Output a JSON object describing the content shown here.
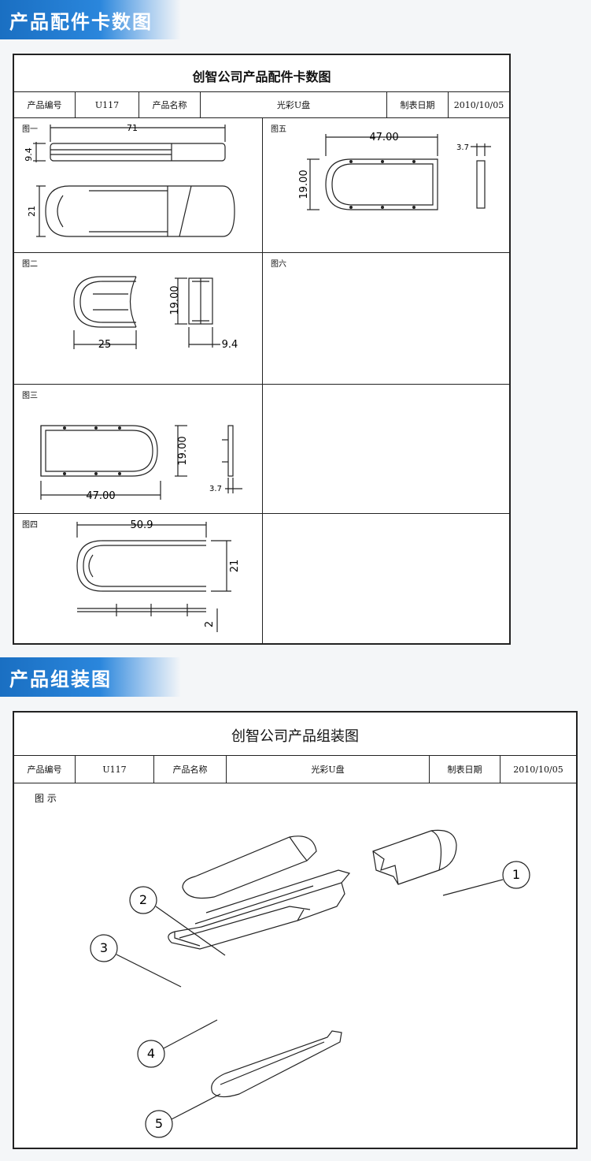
{
  "section1": {
    "title": "产品配件卡数图"
  },
  "section2": {
    "title": "产品组装图"
  },
  "card": {
    "title": "创智公司产品配件卡数图",
    "info": {
      "code_label": "产品编号",
      "code_value": "U117",
      "name_label": "产品名称",
      "name_value": "光彩U盘",
      "date_label": "制表日期",
      "date_value": "2010/10/05"
    },
    "panels": {
      "fig1": {
        "label": "图一",
        "dim_len": "71",
        "dim_h1": "9.4",
        "dim_h2": "21"
      },
      "fig2": {
        "label": "图二",
        "dim_w": "25",
        "dim_h": "19.00",
        "dim_t": "9.4"
      },
      "fig3": {
        "label": "图三",
        "dim_w": "47.00",
        "dim_h": "19.00",
        "dim_t": "3.7"
      },
      "fig4": {
        "label": "图四",
        "dim_w": "50.9",
        "dim_h": "21",
        "dim_t": "2"
      },
      "fig5": {
        "label": "图五",
        "dim_w": "47.00",
        "dim_h": "19.00",
        "dim_t": "3.7"
      },
      "fig6": {
        "label": "图六"
      }
    }
  },
  "assembly": {
    "title": "创智公司产品组装图",
    "info": {
      "code_label": "产品编号",
      "code_value": "U117",
      "name_label": "产品名称",
      "name_value": "光彩U盘",
      "date_label": "制表日期",
      "date_value": "2010/10/05"
    },
    "figure_label": "图 示",
    "callouts": [
      "1",
      "2",
      "3",
      "4",
      "5"
    ]
  }
}
